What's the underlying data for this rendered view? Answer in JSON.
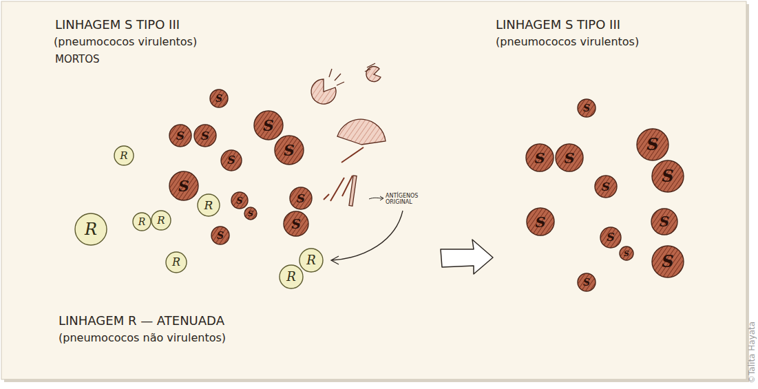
{
  "diagram": {
    "nodes": [
      {
        "text": [
          "S"
        ]
      },
      {
        "text": [
          "S"
        ]
      },
      {
        "text": [
          "S"
        ]
      },
      {
        "text": [
          "S"
        ]
      },
      {
        "text": [
          "S"
        ]
      },
      {
        "text": [
          "R"
        ]
      },
      {
        "text": [
          "S"
        ]
      },
      {
        "text": [
          "S"
        ]
      },
      {
        "text": [
          "S"
        ]
      },
      {
        "text": [
          "S"
        ]
      },
      {
        "text": [
          "R"
        ]
      },
      {
        "text": [
          "S"
        ]
      },
      {
        "text": [
          "R"
        ]
      },
      {
        "text": [
          "R"
        ]
      },
      {
        "text": [
          "S"
        ]
      },
      {
        "text": [
          "R"
        ]
      },
      {
        "text": [
          "S"
        ]
      },
      {
        "text": [
          "R"
        ]
      },
      {
        "text": [
          "R"
        ]
      },
      {
        "text": [
          "R"
        ]
      },
      {
        "text": [
          "S"
        ]
      },
      {
        "text": [
          "S"
        ]
      },
      {
        "text": [
          "S"
        ]
      },
      {
        "text": [
          "S"
        ]
      },
      {
        "text": [
          "S"
        ]
      },
      {
        "text": [
          "S"
        ]
      },
      {
        "text": [
          "S"
        ]
      },
      {
        "text": [
          "S"
        ]
      },
      {
        "text": [
          "S"
        ]
      },
      {
        "text": [
          "S"
        ]
      },
      {
        "text": [
          "S"
        ]
      },
      {
        "text": [
          "S"
        ]
      }
    ],
    "labels": [
      "LINHAGEM S TIPO III",
      "(pneumococos virulentos)",
      "MORTOS",
      "ANTÍGENOS ORIGINAL",
      "LINHAGEM R — ATENUADA",
      "(pneumococos não virulentos)",
      "LINHAGEM S TIPO III",
      "(pneumococos virulentos)",
      "©Talita Hayata"
    ]
  }
}
